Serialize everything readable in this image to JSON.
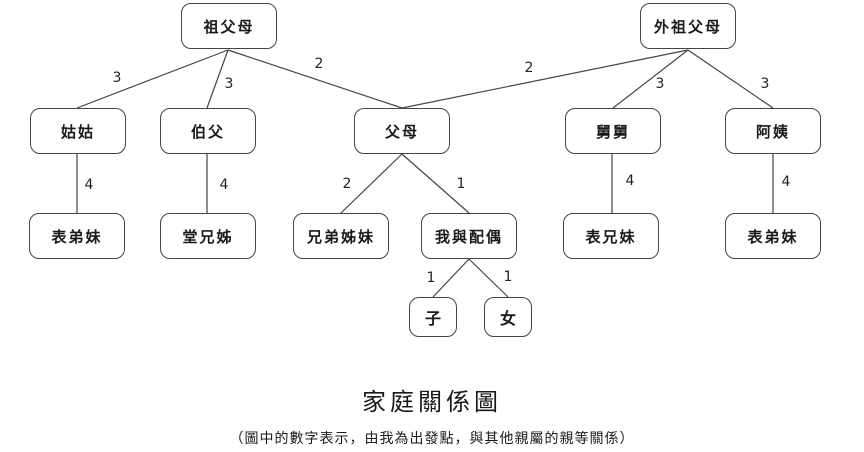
{
  "diagram": {
    "nodes": [
      {
        "id": "grandparents",
        "label": "祖父母"
      },
      {
        "id": "maternal-grandparents",
        "label": "外祖父母"
      },
      {
        "id": "paternal-aunt",
        "label": "姑姑"
      },
      {
        "id": "paternal-uncle",
        "label": "伯父"
      },
      {
        "id": "parents",
        "label": "父母"
      },
      {
        "id": "maternal-uncle",
        "label": "舅舅"
      },
      {
        "id": "maternal-aunt",
        "label": "阿姨"
      },
      {
        "id": "cousins-aunt-side",
        "label": "表弟妹"
      },
      {
        "id": "cousins-uncle-side",
        "label": "堂兄姊"
      },
      {
        "id": "siblings",
        "label": "兄弟姊妹"
      },
      {
        "id": "self-and-spouse",
        "label": "我與配偶"
      },
      {
        "id": "cousins-maternal-uncle-side",
        "label": "表兄妹"
      },
      {
        "id": "cousins-maternal-aunt-side",
        "label": "表弟妹"
      },
      {
        "id": "son",
        "label": "子"
      },
      {
        "id": "daughter",
        "label": "女"
      }
    ],
    "edges": [
      {
        "from": "grandparents",
        "to": "paternal-aunt",
        "label": "3"
      },
      {
        "from": "grandparents",
        "to": "paternal-uncle",
        "label": "3"
      },
      {
        "from": "grandparents",
        "to": "parents",
        "label": "2"
      },
      {
        "from": "maternal-grandparents",
        "to": "parents",
        "label": "2"
      },
      {
        "from": "maternal-grandparents",
        "to": "maternal-uncle",
        "label": "3"
      },
      {
        "from": "maternal-grandparents",
        "to": "maternal-aunt",
        "label": "3"
      },
      {
        "from": "paternal-aunt",
        "to": "cousins-aunt-side",
        "label": "4"
      },
      {
        "from": "paternal-uncle",
        "to": "cousins-uncle-side",
        "label": "4"
      },
      {
        "from": "parents",
        "to": "siblings",
        "label": "2"
      },
      {
        "from": "parents",
        "to": "self-and-spouse",
        "label": "1"
      },
      {
        "from": "maternal-uncle",
        "to": "cousins-maternal-uncle-side",
        "label": "4"
      },
      {
        "from": "maternal-aunt",
        "to": "cousins-maternal-aunt-side",
        "label": "4"
      },
      {
        "from": "self-and-spouse",
        "to": "son",
        "label": "1"
      },
      {
        "from": "self-and-spouse",
        "to": "daughter",
        "label": "1"
      }
    ]
  },
  "title": "家庭關係圖",
  "subtitle": "（圖中的數字表示，由我為出發點，與其他親屬的親等關係）",
  "colors": {
    "line": "#444444",
    "text": "#1a1a1a",
    "background": "#ffffff"
  }
}
